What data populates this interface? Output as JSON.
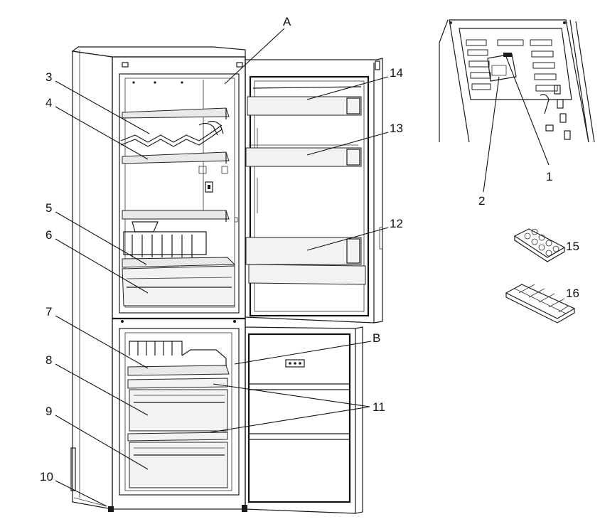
{
  "callouts": {
    "A": "A",
    "B": "B",
    "n1": "1",
    "n2": "2",
    "n3": "3",
    "n4": "4",
    "n5": "5",
    "n6": "6",
    "n7": "7",
    "n8": "8",
    "n9": "9",
    "n10": "10",
    "n11": "11",
    "n12": "12",
    "n13": "13",
    "n14": "14",
    "n15": "15",
    "n16": "16"
  }
}
